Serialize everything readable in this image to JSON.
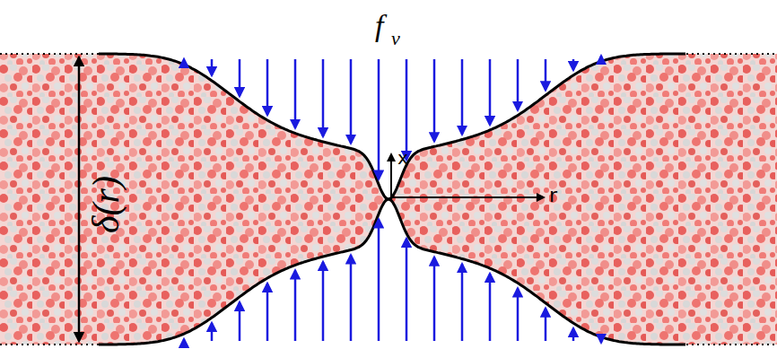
{
  "diagram": {
    "labels": [
      "f",
      "v",
      "δ(r)",
      "x",
      "r"
    ]
  }
}
